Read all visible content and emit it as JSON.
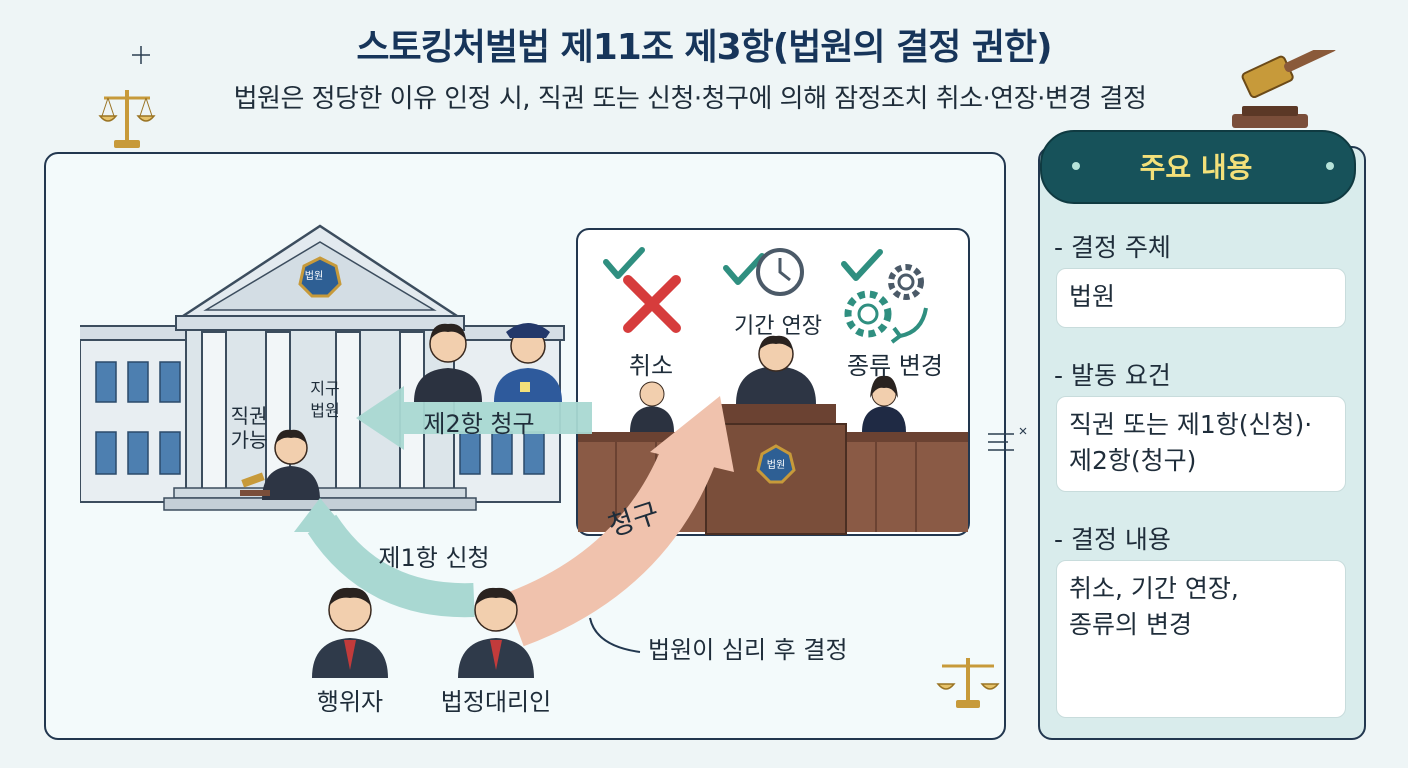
{
  "title": "스토킹처벌법 제11조 제3항(법원의 결정 권한)",
  "subtitle": "법원은 정당한 이유 인정 시, 직권 또는 신청·청구에 의해 잠정조치 취소·연장·변경 결정",
  "diagram": {
    "court_building_sign": "지구\n법원",
    "court_building_emblem": "법원",
    "ex_officio_label": "직권\n가능",
    "arrow_claim_2": "제2항 청구",
    "arrow_claim": "청구",
    "arrow_application_1": "제1항 신청",
    "outcome_cancel": "취소",
    "outcome_extend": "기간 연장",
    "outcome_change": "종류 변경",
    "court_room_emblem": "법원",
    "hearing_note": "법원이 심리 후 결정",
    "person_actor": "행위자",
    "person_representative": "법정대리인"
  },
  "side": {
    "header": "주요 내용",
    "sections": [
      {
        "label": "- 결정 주체",
        "content": "법원"
      },
      {
        "label": "- 발동 요건",
        "content": "직권 또는 제1항(신청)·\n제2항(청구)"
      },
      {
        "label": "- 결정 내용",
        "content": "취소, 기간 연장,\n종류의 변경"
      }
    ]
  },
  "colors": {
    "title": "#17355a",
    "header_bg": "#17525a",
    "header_text": "#f3e07a",
    "teal_arrow": "#a9d8d2",
    "salmon_arrow": "#f0c2ad",
    "check": "#2f8f80",
    "cross": "#d63c3c",
    "court_wood": "#7a4e3a"
  }
}
